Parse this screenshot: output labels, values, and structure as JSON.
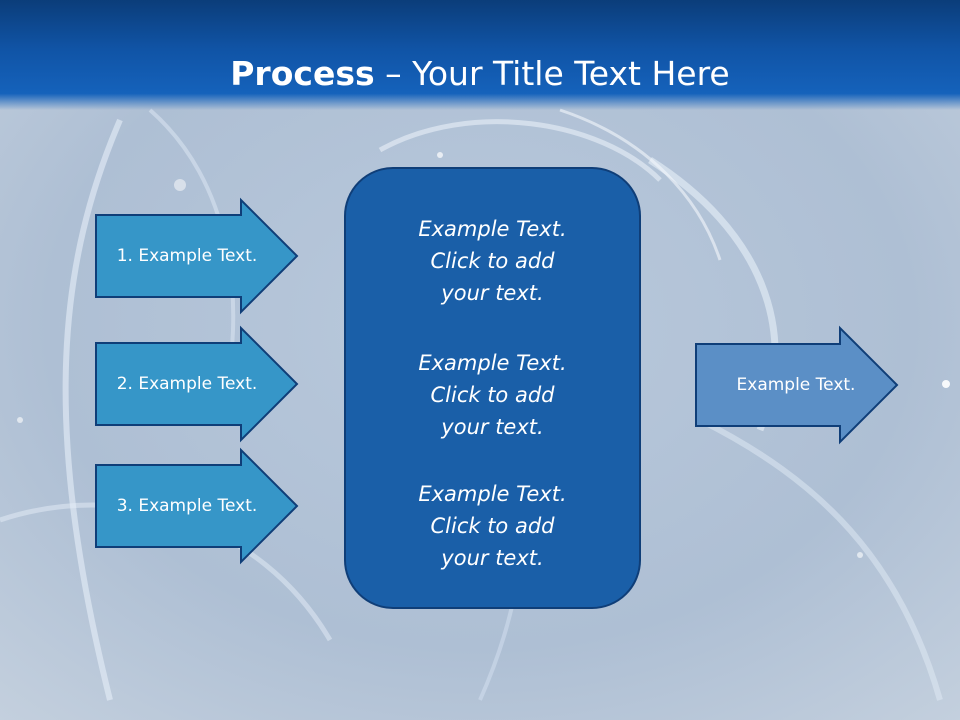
{
  "slide": {
    "title_bold": "Process",
    "title_rest": " – Your Title Text Here"
  },
  "left_arrows": [
    {
      "label": "1. Example Text."
    },
    {
      "label": "2. Example Text."
    },
    {
      "label": "3. Example Text."
    }
  ],
  "center_box": {
    "blocks": [
      {
        "line1": "Example Text.",
        "line2": "Click  to add",
        "line3": "your text."
      },
      {
        "line1": "Example Text.",
        "line2": "Click  to add",
        "line3": "your text."
      },
      {
        "line1": "Example Text.",
        "line2": "Click  to add",
        "line3": "your text."
      }
    ]
  },
  "right_arrow": {
    "label": "Example Text."
  },
  "colors": {
    "title_bar": "#1054a6",
    "left_arrow_fill": "#3696c8",
    "center_box_fill": "#1a5fa8",
    "right_arrow_fill": "#5b8fc6",
    "outline": "#0f3e78"
  }
}
